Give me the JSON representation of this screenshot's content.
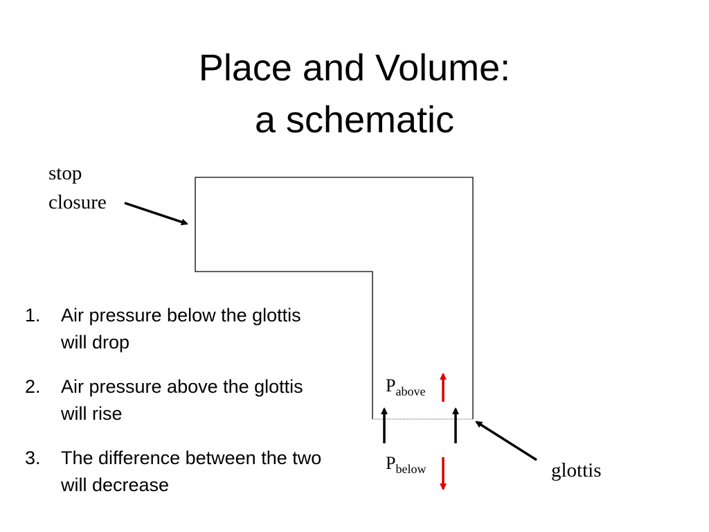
{
  "slide": {
    "title_line_1": "Place and Volume:",
    "title_line_2": "a schematic"
  },
  "labels": {
    "stop": "stop",
    "closure": "closure",
    "glottis": "glottis"
  },
  "pressure": {
    "above_main": "P",
    "above_sub": "above",
    "below_main": "P",
    "below_sub": "below"
  },
  "steps": [
    {
      "number": "1.",
      "text": "Air pressure below the glottis will drop"
    },
    {
      "number": "2.",
      "text": "Air pressure above the glottis will rise"
    },
    {
      "number": "3.",
      "text": "The difference between the two will decrease"
    }
  ],
  "colors": {
    "outline": "#000000",
    "pressure_arrow": "#e00000",
    "airflow_arrow": "#000000"
  }
}
